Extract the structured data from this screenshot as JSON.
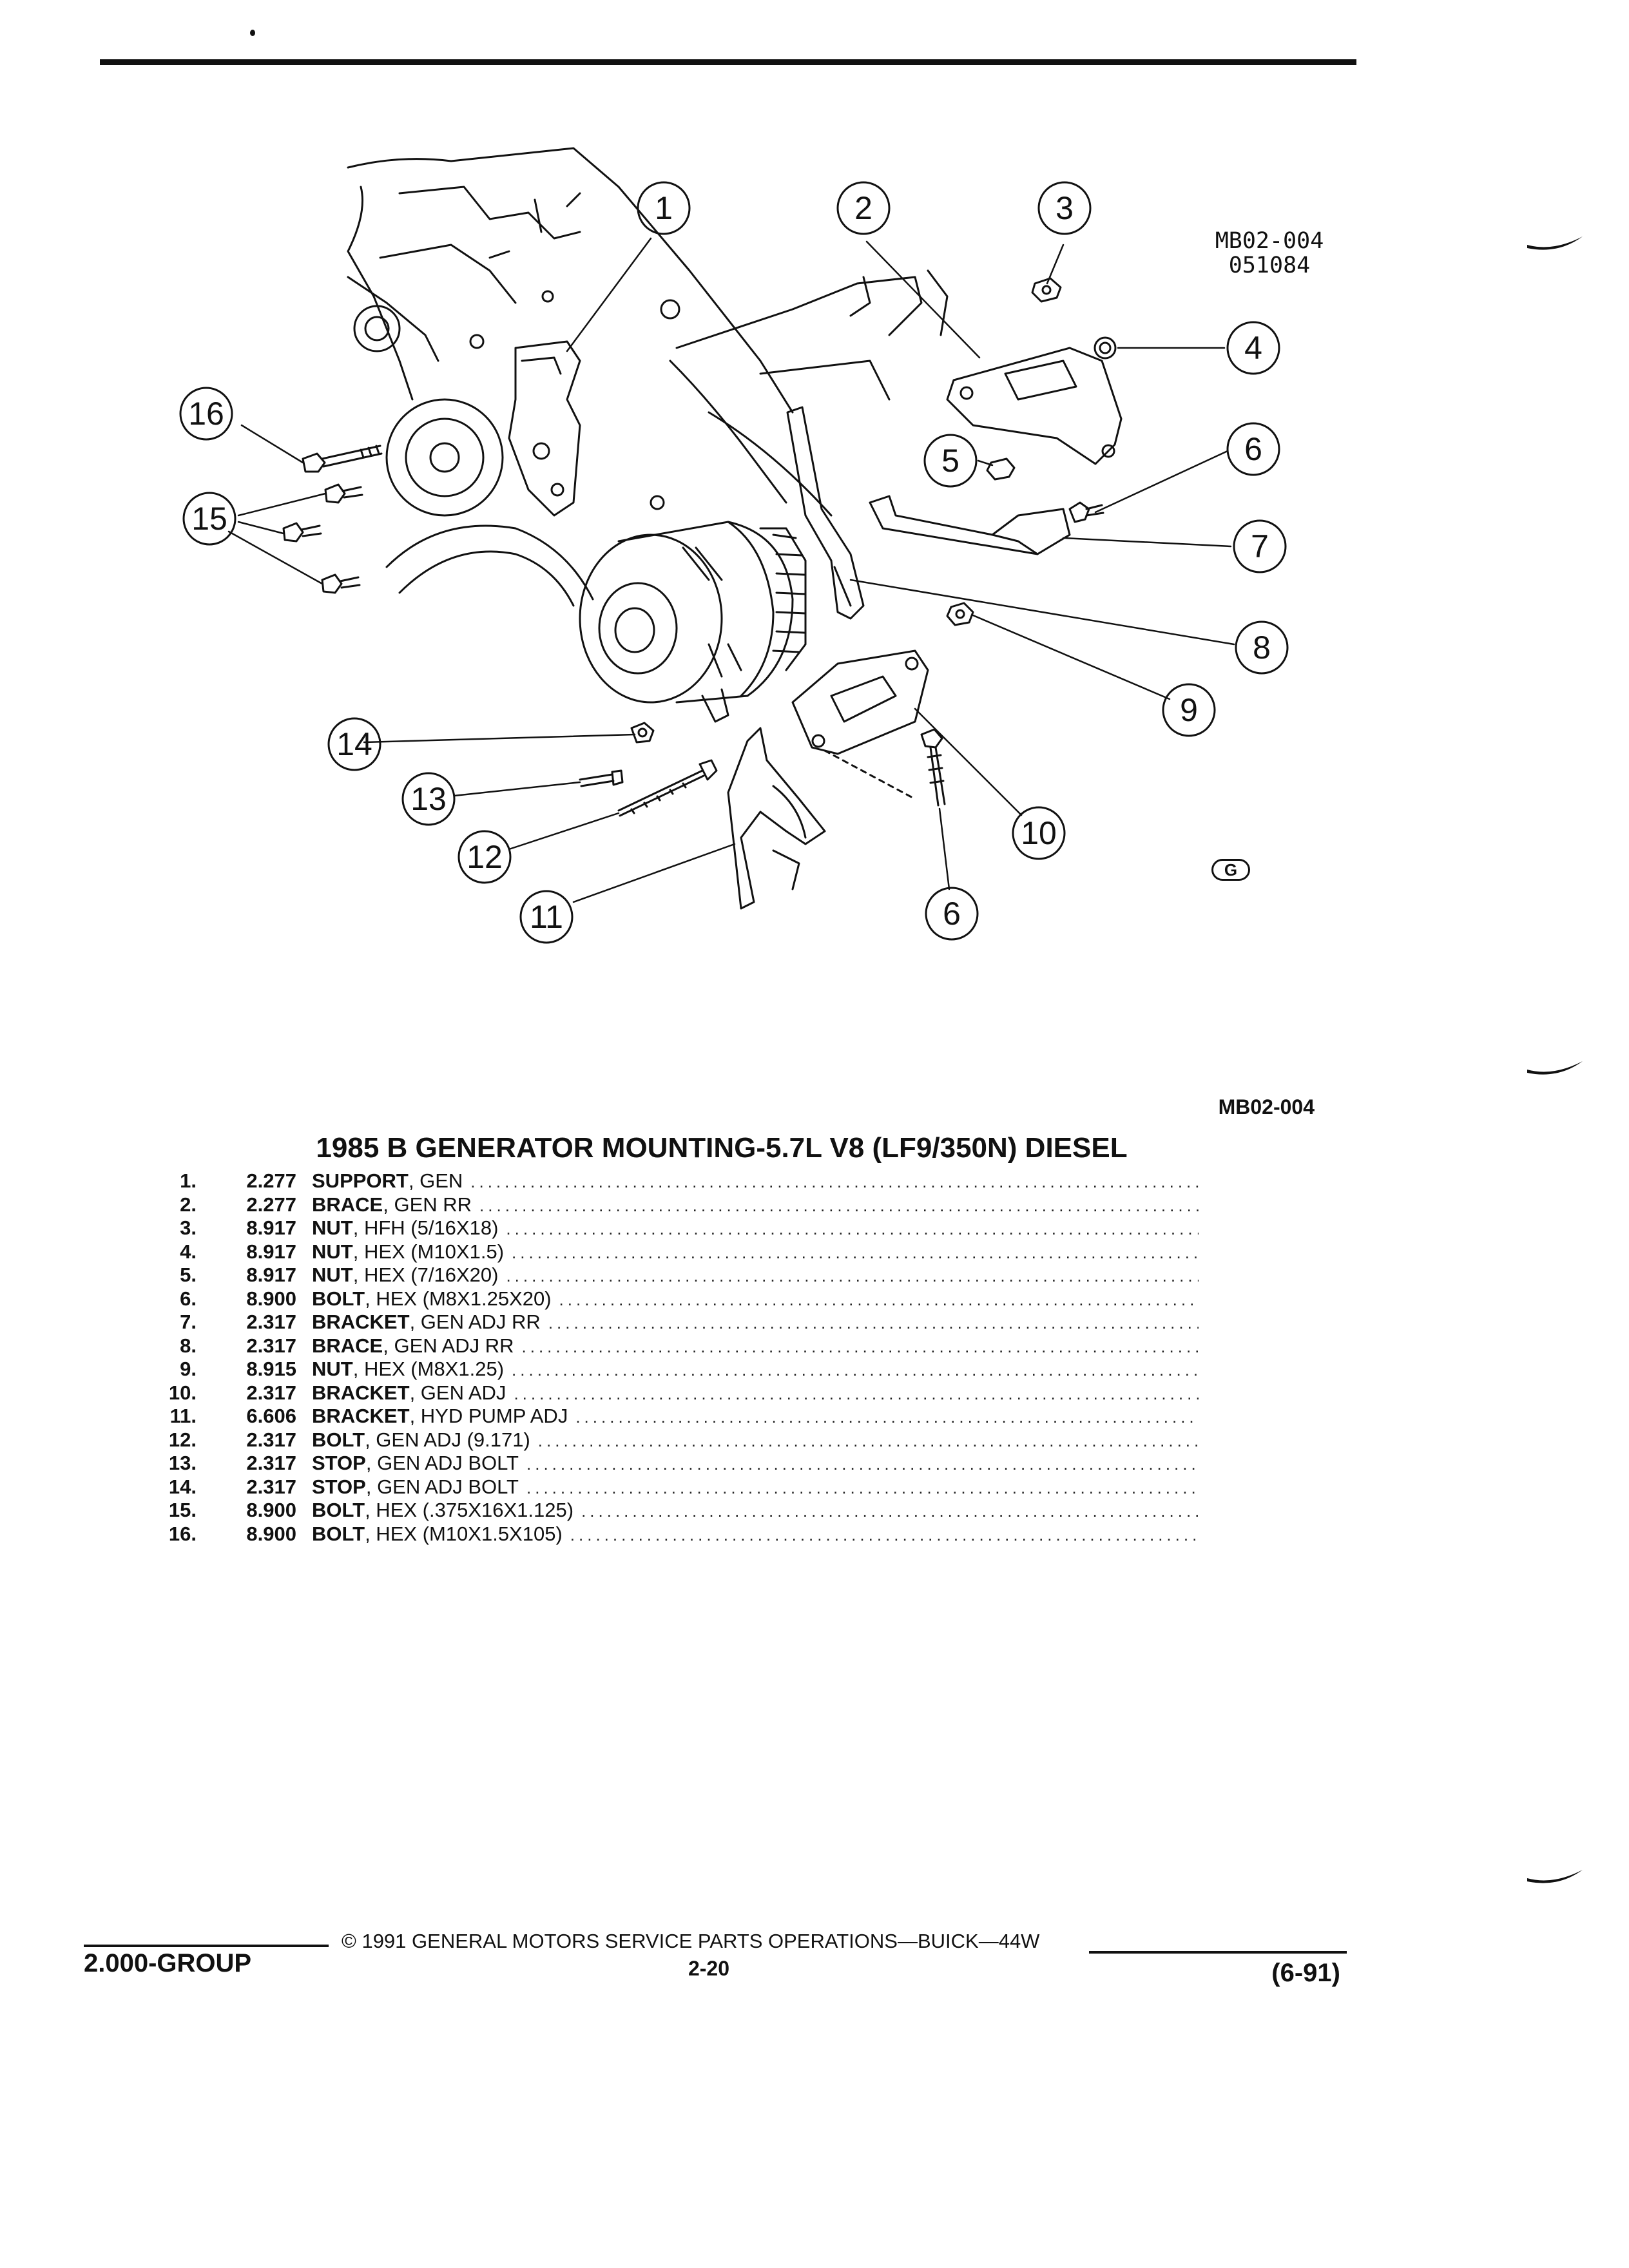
{
  "illustration": {
    "code": "MB02-004",
    "date_code": "051084",
    "mark": "G",
    "callouts": [
      "1",
      "2",
      "3",
      "4",
      "5",
      "6",
      "7",
      "8",
      "9",
      "10",
      "11",
      "12",
      "13",
      "14",
      "15",
      "16",
      "6"
    ]
  },
  "illustration_code": "MB02-004",
  "title": "1985 B GENERATOR MOUNTING-5.7L V8 (LF9/350N) DIESEL",
  "parts": [
    {
      "num": "1.",
      "code": "2.277",
      "name": "SUPPORT",
      "spec": ", GEN"
    },
    {
      "num": "2.",
      "code": "2.277",
      "name": "BRACE",
      "spec": ", GEN RR"
    },
    {
      "num": "3.",
      "code": "8.917",
      "name": "NUT",
      "spec": ", HFH (5/16X18)"
    },
    {
      "num": "4.",
      "code": "8.917",
      "name": "NUT",
      "spec": ", HEX (M10X1.5)"
    },
    {
      "num": "5.",
      "code": "8.917",
      "name": "NUT",
      "spec": ", HEX (7/16X20)"
    },
    {
      "num": "6.",
      "code": "8.900",
      "name": "BOLT",
      "spec": ", HEX (M8X1.25X20)"
    },
    {
      "num": "7.",
      "code": "2.317",
      "name": "BRACKET",
      "spec": ", GEN ADJ RR"
    },
    {
      "num": "8.",
      "code": "2.317",
      "name": "BRACE",
      "spec": ", GEN ADJ RR"
    },
    {
      "num": "9.",
      "code": "8.915",
      "name": "NUT",
      "spec": ", HEX (M8X1.25)"
    },
    {
      "num": "10.",
      "code": "2.317",
      "name": "BRACKET",
      "spec": ", GEN ADJ"
    },
    {
      "num": "11.",
      "code": "6.606",
      "name": "BRACKET",
      "spec": ", HYD PUMP ADJ"
    },
    {
      "num": "12.",
      "code": "2.317",
      "name": "BOLT",
      "spec": ", GEN ADJ (9.171)"
    },
    {
      "num": "13.",
      "code": "2.317",
      "name": "STOP",
      "spec": ", GEN ADJ BOLT"
    },
    {
      "num": "14.",
      "code": "2.317",
      "name": "STOP",
      "spec": ", GEN ADJ BOLT"
    },
    {
      "num": "15.",
      "code": "8.900",
      "name": "BOLT",
      "spec": ", HEX (.375X16X1.125)"
    },
    {
      "num": "16.",
      "code": "8.900",
      "name": "BOLT",
      "spec": ", HEX (M10X1.5X105)"
    }
  ],
  "footer": {
    "group": "2.000-GROUP",
    "copyright": "© 1991 GENERAL MOTORS SERVICE PARTS OPERATIONS—BUICK—44W",
    "page": "2-20",
    "date": "(6-91)"
  }
}
